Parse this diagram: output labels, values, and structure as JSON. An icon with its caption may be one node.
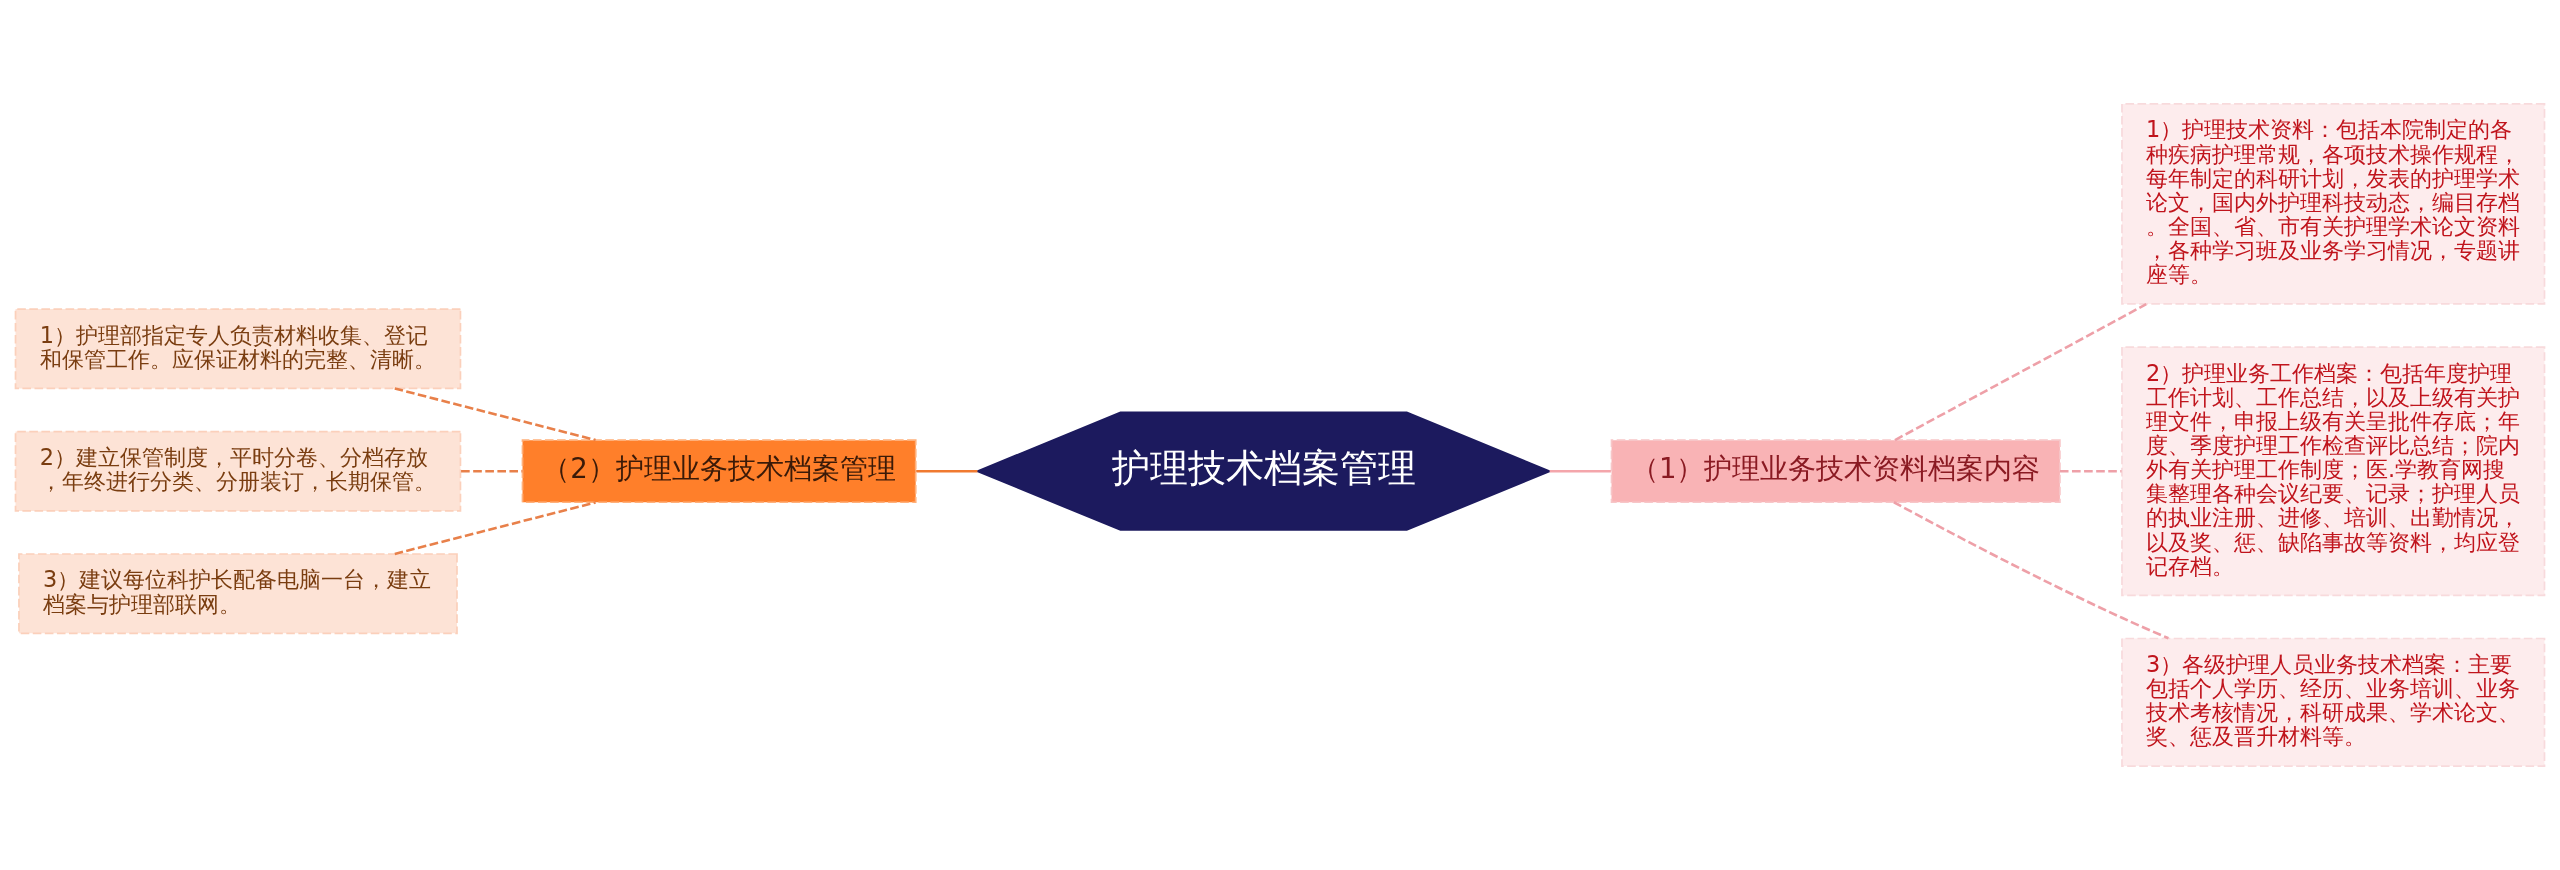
{
  "diagram": {
    "nodes": [
      {
        "text": [
          "护理技术档案管理"
        ]
      },
      {
        "text": [
          "（2）护理业务技术档案管理"
        ]
      },
      {
        "text": [
          "1）护理部指定专人负责材料收集、登记和保管工作。应保证材料的完整、清晰。"
        ]
      },
      {
        "text": [
          "2）建立保管制度，平时分卷、分档存放，年终进行分类、分册装订，长期保管。"
        ]
      },
      {
        "text": [
          "3）建议每位科护长配备电脑一台，建立档案与护理部联网。"
        ]
      },
      {
        "text": [
          "（1）护理业务技术资料档案内容"
        ]
      },
      {
        "text": [
          "1）护理技术资料：包括本院制定的各种疾病护理常规，各项技术操作规程，每年制定的科研计划，发表的护理学术论文，国内外护理科技动态，编目存档。全国、省、市有关护理学术论文资料，各种学习班及业务学习情况，专题讲座等。"
        ]
      },
      {
        "text": [
          "2）护理业务工作档案：包括年度护理工作计划、工作总结，以及上级有关护理文件，申报上级有关呈批件存底；年度、季度护理工作检查评比总结；院内外有关护理工作制度；医.学教育网搜集整理各种会议纪要、记录；护理人员的执业注册、进修、培训、出勤情况，以及奖、惩、缺陷事故等资料，均应登记存档。"
        ]
      },
      {
        "text": [
          "3）各级护理人员业务技术档案：主要包括个人学历、经历、业务培训、业务技术考核情况，科研成果、学术论文、奖、惩及晋升材料等。"
        ]
      }
    ],
    "edges": [
      {
        "from": 2,
        "to": 1,
        "arrow": "none",
        "style": "dashed",
        "color": "#e8804a"
      },
      {
        "from": 3,
        "to": 1,
        "arrow": "none",
        "style": "dashed",
        "color": "#e8804a"
      },
      {
        "from": 4,
        "to": 1,
        "arrow": "none",
        "style": "dashed",
        "color": "#e8804a"
      },
      {
        "from": 1,
        "to": 0,
        "arrow": "none",
        "color": "#f07a30"
      },
      {
        "from": 0,
        "to": 5,
        "arrow": "none",
        "color": "#f4a6ab"
      },
      {
        "from": 5,
        "to": 6,
        "arrow": "none",
        "style": "dashed",
        "color": "#eea0a8"
      },
      {
        "from": 5,
        "to": 7,
        "arrow": "none",
        "style": "dashed",
        "color": "#eea0a8"
      },
      {
        "from": 5,
        "to": 8,
        "arrow": "none",
        "style": "dashed",
        "color": "#eea0a8"
      }
    ]
  }
}
